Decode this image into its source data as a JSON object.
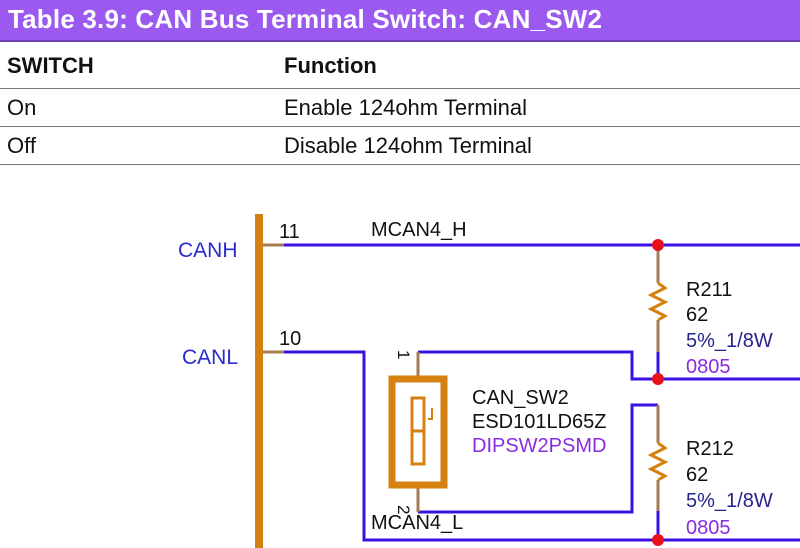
{
  "title": "Table 3.9: CAN Bus Terminal Switch: CAN_SW2",
  "table": {
    "headers": [
      "SWITCH",
      "Function"
    ],
    "rows": [
      [
        "On",
        "Enable 124ohm Terminal"
      ],
      [
        "Off",
        "Disable 124ohm Terminal"
      ]
    ]
  },
  "schematic": {
    "ports": {
      "canh": "CANH",
      "canl": "CANL"
    },
    "pins": {
      "canh_pin": "11",
      "canl_pin": "10",
      "sw_pin1": "1",
      "sw_pin2": "2"
    },
    "nets": {
      "high": "MCAN4_H",
      "low": "MCAN4_L"
    },
    "switch": {
      "ref": "CAN_SW2",
      "part": "ESD101LD65Z",
      "footprint": "DIPSW2PSMD"
    },
    "resistors": [
      {
        "ref": "R211",
        "value": "62",
        "spec": "5%_1/8W",
        "package": "0805"
      },
      {
        "ref": "R212",
        "value": "62",
        "spec": "5%_1/8W",
        "package": "0805"
      }
    ],
    "colors": {
      "wire": "#3a10e0",
      "component": "#d4810f",
      "junction": "#e8101a",
      "port_label": "#2a2ad0",
      "footprint_label": "#8a2be2",
      "spec_label": "#24248a"
    }
  }
}
